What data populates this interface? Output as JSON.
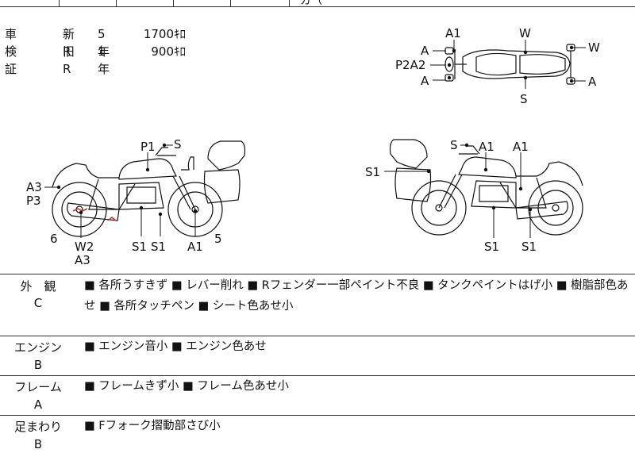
{
  "registration": {
    "label": "車検証",
    "rows": [
      {
        "type": "新R",
        "years": "5年",
        "amount": "1700ｷﾛ"
      },
      {
        "type": "旧R",
        "years": "1年",
        "amount": "900ｷﾛ"
      }
    ]
  },
  "top_strip": {
    "partial_text": "ガ（"
  },
  "diagram": {
    "top_view": {
      "labels": [
        "A1",
        "W",
        "W",
        "A",
        "P2A2",
        "A",
        "A",
        "S"
      ]
    },
    "left_view": {
      "labels": [
        "P1",
        "S",
        "A3",
        "P3",
        "6",
        "W2",
        "A3",
        "S1",
        "S1",
        "A1",
        "5"
      ]
    },
    "right_view": {
      "labels": [
        "S",
        "A1",
        "A1",
        "S1",
        "S1",
        "S1"
      ]
    }
  },
  "sections": [
    {
      "title": "外　観",
      "grade": "C",
      "text": "■ 各所うすきず ■ レバー削れ ■ Rフェンダー一部ペイント不良 ■ タンクペイントはげ小 ■ 樹脂部色あせ ■ 各所タッチペン ■ シート色あせ小"
    },
    {
      "title": "エンジン",
      "grade": "B",
      "text": "■ エンジン音小 ■ エンジン色あせ"
    },
    {
      "title": "フレーム",
      "grade": "A",
      "text": "■ フレームきず小 ■ フレーム色あせ小"
    },
    {
      "title": "足まわり",
      "grade": "B",
      "text": "■ Fフォーク摺動部さび小"
    }
  ]
}
